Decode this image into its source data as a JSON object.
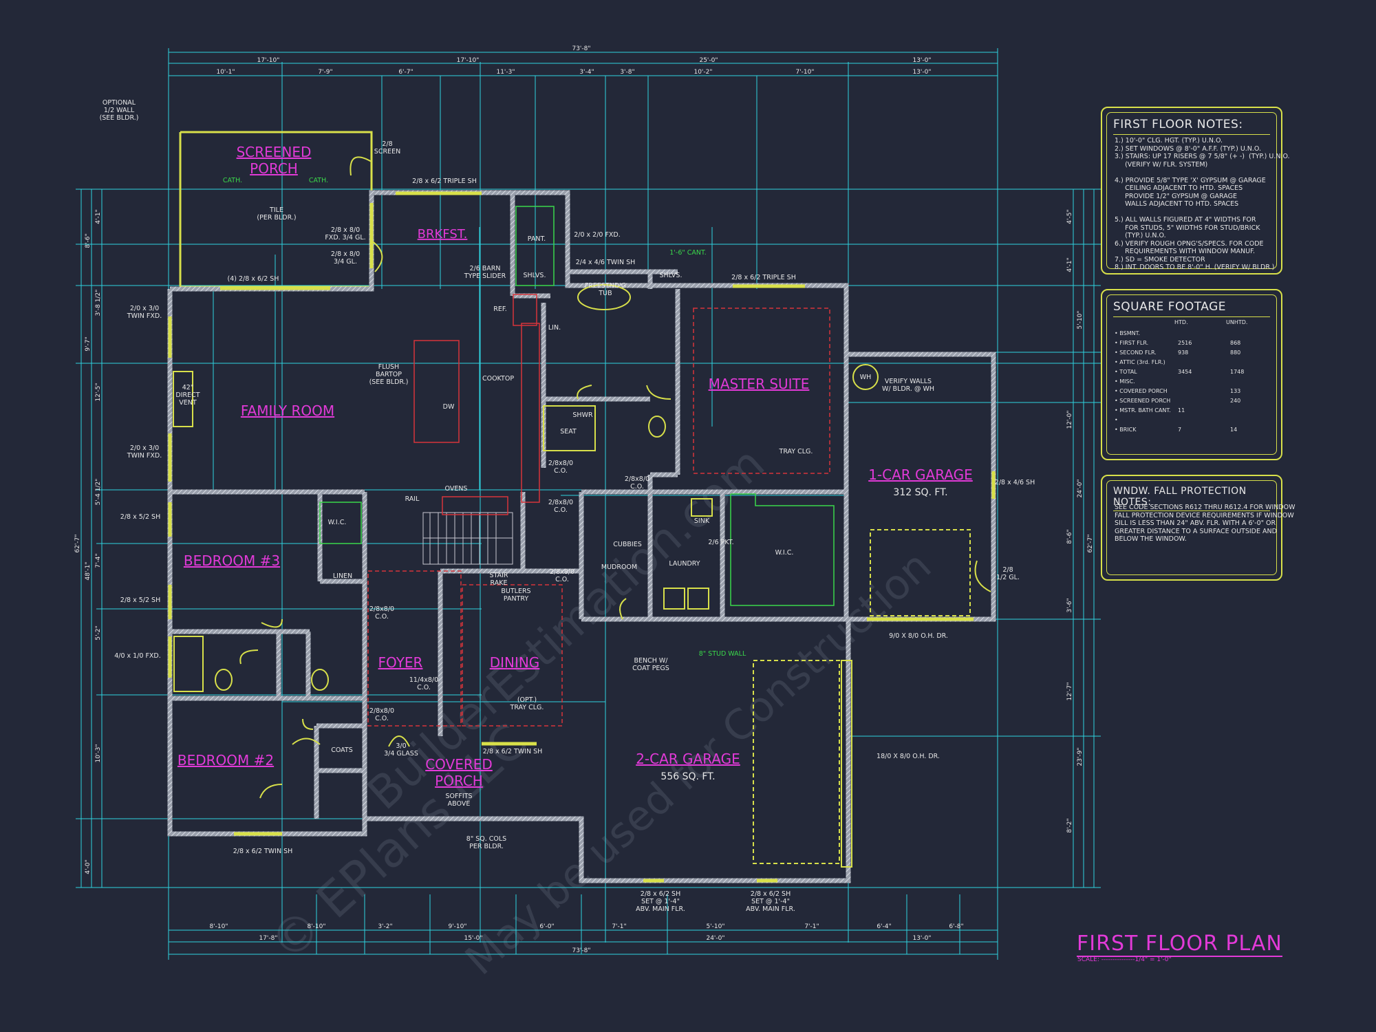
{
  "title": "FIRST FLOOR PLAN",
  "scale": "SCALE: ---------------1/4\" = 1'-0\"",
  "watermark": [
    "© EPlans LLC",
    "BuilderEstimation.com",
    "May be used for Construction"
  ],
  "dims_top_overall": "73'-8\"",
  "dims_top_row2": [
    "17'-10\"",
    "17'-10\"",
    "25'-0\"",
    "13'-0\""
  ],
  "dims_top_row3": [
    "10'-1\"",
    "7'-9\"",
    "6'-7\"",
    "11'-3\"",
    "3'-4\"",
    "3'-8\"",
    "10'-2\"",
    "7'-10\"",
    "13'-0\""
  ],
  "dims_bottom_row1": [
    "8'-10\"",
    "8'-10\"",
    "3'-2\"",
    "9'-10\"",
    "6'-0\"",
    "7'-1\"",
    "5'-10\"",
    "7'-1\"",
    "6'-4\"",
    "6'-8\""
  ],
  "dims_bottom_row2": [
    "17'-8\"",
    "15'-0\"",
    "24'-0\"",
    "13'-0\""
  ],
  "dims_bottom_overall": "73'-8\"",
  "dims_left": [
    "4'-1\"",
    "8'-6\"",
    "3'-8 1/2\"",
    "9'-7\"",
    "12'-5\"",
    "5'-4 1/2\"",
    "7'-4\"",
    "5'-2\"",
    "10'-3\"",
    "4'-0\"",
    "48'-1\"",
    "62'-7\""
  ],
  "dims_right": [
    "4'-5\"",
    "4'-1\"",
    "5'-10\"",
    "12'-0\"",
    "24'-0\"",
    "8'-6\"",
    "3'-6\"",
    "12'-7\"",
    "23'-9\"",
    "8'-2\"",
    "62'-7\""
  ],
  "rooms": [
    {
      "name": "SCREENED PORCH",
      "lines": [
        "SCREENED",
        "PORCH"
      ]
    },
    {
      "name": "BRKFST."
    },
    {
      "name": "FAMILY ROOM"
    },
    {
      "name": "MASTER SUITE"
    },
    {
      "name": "1-CAR GARAGE",
      "area": "312 SQ. FT."
    },
    {
      "name": "BEDROOM #3"
    },
    {
      "name": "FOYER"
    },
    {
      "name": "DINING"
    },
    {
      "name": "BEDROOM #2"
    },
    {
      "name": "COVERED PORCH",
      "lines": [
        "COVERED",
        "PORCH"
      ]
    },
    {
      "name": "2-CAR GARAGE",
      "area": "556 SQ. FT."
    }
  ],
  "labels": [
    {
      "k": "optional-wall",
      "lines": [
        "OPTIONAL",
        "1/2 WALL",
        "(SEE BLDR.)"
      ]
    },
    {
      "k": "screen",
      "lines": [
        "2/8",
        "SCREEN"
      ]
    },
    {
      "k": "cath1",
      "lines": [
        "CATH."
      ]
    },
    {
      "k": "cath2",
      "lines": [
        "CATH."
      ]
    },
    {
      "k": "tile",
      "lines": [
        "TILE",
        "(PER BLDR.)"
      ]
    },
    {
      "k": "fxd1",
      "lines": [
        "2/8 x 8/0",
        "FXD. 3/4 GL."
      ]
    },
    {
      "k": "gl1",
      "lines": [
        "2/8 x 8/0",
        "3/4 GL."
      ]
    },
    {
      "k": "sh4",
      "lines": [
        "(4) 2/8 x 6/2 SH"
      ]
    },
    {
      "k": "triple1",
      "lines": [
        "2/8 x 6/2 TRIPLE SH"
      ]
    },
    {
      "k": "pant",
      "lines": [
        "PANT."
      ]
    },
    {
      "k": "fxd2",
      "lines": [
        "2/0 x 2/0 FXD."
      ]
    },
    {
      "k": "twin1",
      "lines": [
        "2/4 x 4/6 TWIN SH"
      ]
    },
    {
      "k": "cant",
      "lines": [
        "1'-6\" CANT."
      ]
    },
    {
      "k": "shlvs1",
      "lines": [
        "SHLVS."
      ]
    },
    {
      "k": "shlvs2",
      "lines": [
        "SHLVS."
      ]
    },
    {
      "k": "barn",
      "lines": [
        "2/6 BARN",
        "TYPE SLIDER"
      ]
    },
    {
      "k": "freestnd",
      "lines": [
        "FREESTND'G",
        "TUB"
      ]
    },
    {
      "k": "triple2",
      "lines": [
        "2/8 x 6/2 TRIPLE SH"
      ]
    },
    {
      "k": "twinfxd1",
      "lines": [
        "2/0 x 3/0",
        "TWIN FXD."
      ]
    },
    {
      "k": "ref",
      "lines": [
        "REF."
      ]
    },
    {
      "k": "lin",
      "lines": [
        "LIN."
      ]
    },
    {
      "k": "flush",
      "lines": [
        "FLUSH",
        "BARTOP",
        "(SEE BLDR.)"
      ]
    },
    {
      "k": "cooktop",
      "lines": [
        "COOKTOP"
      ]
    },
    {
      "k": "dw",
      "lines": [
        "DW"
      ]
    },
    {
      "k": "direct",
      "lines": [
        "42\"",
        "DIRECT",
        "VENT"
      ]
    },
    {
      "k": "shwr",
      "lines": [
        "SHWR"
      ]
    },
    {
      "k": "seat",
      "lines": [
        "SEAT"
      ]
    },
    {
      "k": "wh",
      "lines": [
        "WH"
      ]
    },
    {
      "k": "verify",
      "lines": [
        "VERIFY WALLS",
        "W/ BLDR. @ WH"
      ]
    },
    {
      "k": "tray1",
      "lines": [
        "TRAY CLG."
      ]
    },
    {
      "k": "twinfxd2",
      "lines": [
        "2/0 x 3/0",
        "TWIN FXD."
      ]
    },
    {
      "k": "co1",
      "lines": [
        "2/8x8/0",
        "C.O."
      ]
    },
    {
      "k": "co2",
      "lines": [
        "2/8x8/0",
        "C.O."
      ]
    },
    {
      "k": "co3",
      "lines": [
        "2/8x8/0",
        "C.O."
      ]
    },
    {
      "k": "sh46",
      "lines": [
        "2/8 x 4/6 SH"
      ]
    },
    {
      "k": "ovens",
      "lines": [
        "OVENS"
      ]
    },
    {
      "k": "rail",
      "lines": [
        "RAIL"
      ]
    },
    {
      "k": "sh52a",
      "lines": [
        "2/8 x 5/2 SH"
      ]
    },
    {
      "k": "wic1",
      "lines": [
        "W.I.C."
      ]
    },
    {
      "k": "linen",
      "lines": [
        "LINEN"
      ]
    },
    {
      "k": "stair",
      "lines": [
        "STAIR",
        "RAKE"
      ]
    },
    {
      "k": "butlers",
      "lines": [
        "BUTLERS",
        "PANTRY"
      ]
    },
    {
      "k": "co4",
      "lines": [
        "2/8x8/0",
        "C.O."
      ]
    },
    {
      "k": "cubbies",
      "lines": [
        "CUBBIES"
      ]
    },
    {
      "k": "mudroom",
      "lines": [
        "MUDROOM"
      ]
    },
    {
      "k": "laundry",
      "lines": [
        "LAUNDRY"
      ]
    },
    {
      "k": "sink",
      "lines": [
        "SINK"
      ]
    },
    {
      "k": "pkt",
      "lines": [
        "2/6 PKT."
      ]
    },
    {
      "k": "wic2",
      "lines": [
        "W.I.C."
      ]
    },
    {
      "k": "gl2",
      "lines": [
        "2/8",
        "1/2 GL."
      ]
    },
    {
      "k": "sh52b",
      "lines": [
        "2/8 x 5/2 SH"
      ]
    },
    {
      "k": "oh1",
      "lines": [
        "9/0 X 8/0 O.H. DR."
      ]
    },
    {
      "k": "fxd3",
      "lines": [
        "4/0 x 1/0 FXD."
      ]
    },
    {
      "k": "co5",
      "lines": [
        "2/8x8/0",
        "C.O."
      ]
    },
    {
      "k": "co6",
      "lines": [
        "11/4x8/0",
        "C.O."
      ]
    },
    {
      "k": "stud",
      "lines": [
        "8\" STUD WALL"
      ]
    },
    {
      "k": "bench",
      "lines": [
        "BENCH W/",
        "COAT PEGS"
      ]
    },
    {
      "k": "tray2",
      "lines": [
        "(OPT.)",
        "TRAY CLG."
      ]
    },
    {
      "k": "co7",
      "lines": [
        "2/8x8/0",
        "C.O."
      ]
    },
    {
      "k": "coats",
      "lines": [
        "COATS"
      ]
    },
    {
      "k": "glass",
      "lines": [
        "3/0",
        "3/4 GLASS"
      ]
    },
    {
      "k": "twin2",
      "lines": [
        "2/8 x 6/2 TWIN SH"
      ]
    },
    {
      "k": "oh2",
      "lines": [
        "18/0 X 8/0 O.H. DR."
      ]
    },
    {
      "k": "soffits",
      "lines": [
        "SOFFITS",
        "ABOVE"
      ]
    },
    {
      "k": "cols",
      "lines": [
        "8\" SQ. COLS",
        "PER BLDR."
      ]
    },
    {
      "k": "twin3",
      "lines": [
        "2/8 x 6/2 TWIN SH"
      ]
    },
    {
      "k": "main1",
      "lines": [
        "2/8 x 6/2 SH",
        "SET @ 1'-4\"",
        "ABV. MAIN FLR."
      ]
    },
    {
      "k": "main2",
      "lines": [
        "2/8 x 6/2 SH",
        "SET @ 1'-4\"",
        "ABV. MAIN FLR."
      ]
    }
  ],
  "notes": {
    "first_floor": {
      "title": "FIRST FLOOR NOTES:",
      "lines": [
        "1.) 10'-0\" CLG. HGT. (TYP.) U.N.O.",
        "2.) SET WINDOWS @ 8'-0\" A.F.F. (TYP.) U.N.O.",
        "3.) STAIRS: UP 17 RISERS @ 7 5/8\" (+ -)  (TYP.) U.N.O.",
        "     (VERIFY W/ FLR. SYSTEM)",
        "",
        "4.) PROVIDE 5/8\" TYPE 'X' GYPSUM @ GARAGE",
        "     CEILING ADJACENT TO HTD. SPACES",
        "     PROVIDE 1/2\" GYPSUM @ GARAGE",
        "     WALLS ADJACENT TO HTD. SPACES",
        "",
        "5.) ALL WALLS FIGURED AT 4\" WIDTHS FOR",
        "     FOR STUDS, 5\" WIDTHS FOR STUD/BRICK",
        "     (TYP.) U.N.O.",
        "6.) VERIFY ROUGH OPNG'S/SPECS. FOR CODE",
        "     REQUIREMENTS WITH WINDOW MANUF.",
        "7.) SD = SMOKE DETECTOR",
        "8.) INT. DOORS TO BE 8'-0\" H. (VERIFY W/ BLDR.)"
      ]
    },
    "square_footage": {
      "title": "SQUARE FOOTAGE",
      "header": [
        "HTD.",
        "UNHTD."
      ],
      "rows": [
        {
          "label": "BSMNT.",
          "htd": "",
          "unhtd": ""
        },
        {
          "label": "FIRST FLR.",
          "htd": "2516",
          "unhtd": "868"
        },
        {
          "label": "SECOND FLR.",
          "htd": "938",
          "unhtd": "880"
        },
        {
          "label": "ATTIC (3rd. FLR.)",
          "htd": "",
          "unhtd": ""
        },
        {
          "label": "TOTAL",
          "htd": "3454",
          "unhtd": "1748"
        },
        {
          "label": "MISC.",
          "htd": "",
          "unhtd": ""
        },
        {
          "label": "COVERED PORCH",
          "htd": "",
          "unhtd": "133"
        },
        {
          "label": "SCREENED PORCH",
          "htd": "",
          "unhtd": "240"
        },
        {
          "label": "MSTR. BATH CANT.",
          "htd": "11",
          "unhtd": ""
        },
        {
          "label": "",
          "htd": "",
          "unhtd": ""
        },
        {
          "label": "BRICK",
          "htd": "7",
          "unhtd": "14"
        }
      ]
    },
    "window_fall": {
      "title": "WNDW. FALL PROTECTION NOTES:",
      "lines": [
        "SEE CODE SECTIONS R612 THRU R612.4 FOR WINDOW",
        "FALL PROTECTION DEVICE REQUIREMENTS IF WINDOW",
        "SILL IS LESS THAN 24\" ABV. FLR. WITH A 6'-0\" OR",
        "GREATER DISTANCE TO A SURFACE OUTSIDE AND",
        "BELOW THE WINDOW."
      ]
    }
  },
  "colors": {
    "background": "#232838",
    "dimension": "#2fd3e0",
    "wall": "#c8c8d2",
    "room_label": "#e23ad8",
    "window": "#d8e04a",
    "text": "#e8e8e8",
    "accent_red": "#d8343a",
    "green": "#3ad84a"
  }
}
